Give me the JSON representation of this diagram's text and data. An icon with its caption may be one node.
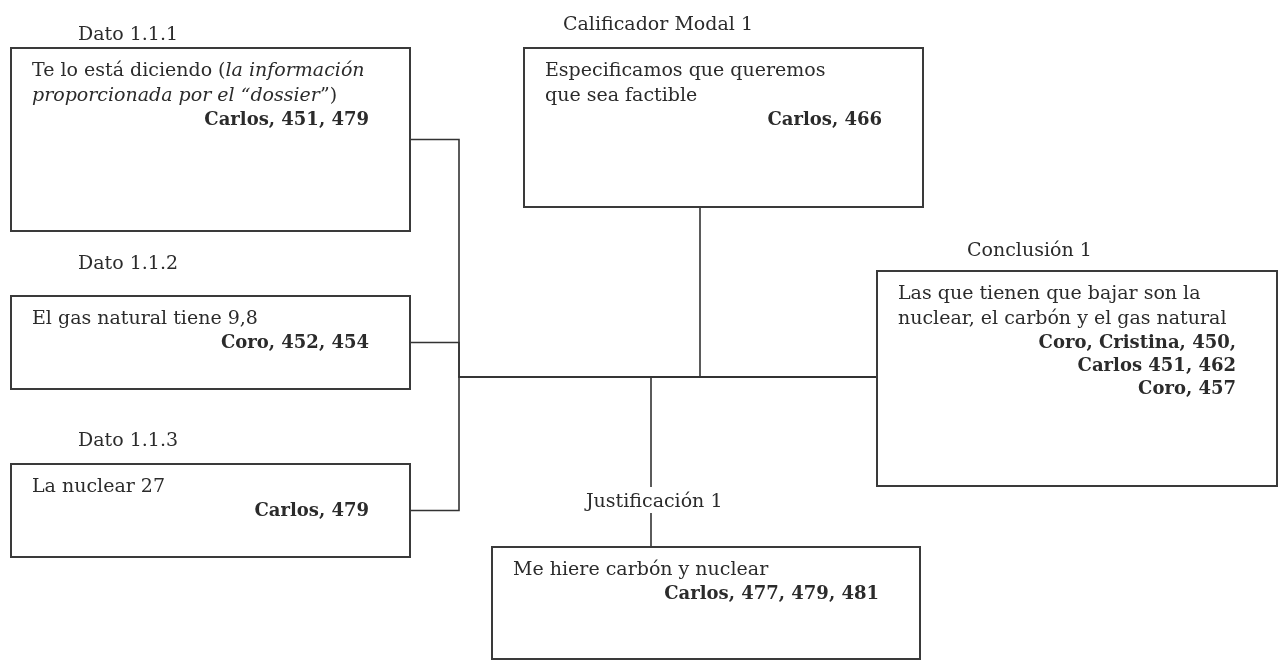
{
  "diagram": {
    "nodes": [
      {
        "text": [
          "Dato 1.1.1",
          "Te lo está diciendo (*la información proporcionada por el “dossier*”)",
          "Carlos, 451, 479"
        ]
      },
      {
        "text": [
          "Dato 1.1.2",
          "El gas natural tiene 9,8",
          "Coro, 452, 454"
        ]
      },
      {
        "text": [
          "Dato 1.1.3",
          "La nuclear 27",
          "Carlos, 479"
        ]
      },
      {
        "text": [
          "Calificador Modal 1",
          "Especificamos que queremos que sea factible",
          "Carlos, 466"
        ]
      },
      {
        "text": [
          "Conclusión 1",
          "Las que tienen que bajar son la nuclear, el carbón y el gas natural",
          "Coro, Cristina, 450,",
          "Carlos 451, 462",
          "Coro, 457"
        ]
      },
      {
        "text": [
          "Justificación 1",
          "Me hiere carbón y nuclear",
          "Carlos, 477, 479, 481"
        ]
      }
    ],
    "edges": [
      {
        "from": 0,
        "to": 4,
        "arrow": "none"
      },
      {
        "from": 1,
        "to": 4,
        "arrow": "none"
      },
      {
        "from": 2,
        "to": 4,
        "arrow": "none"
      },
      {
        "from": 3,
        "to": 4,
        "arrow": "none"
      },
      {
        "from": 5,
        "to": 4,
        "arrow": "none"
      }
    ]
  }
}
